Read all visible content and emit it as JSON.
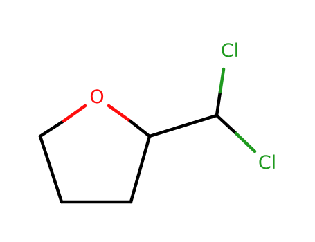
{
  "colors": {
    "carbon_bond": "#000000",
    "oxygen": "#ff0d0d",
    "chlorine": "#1f9a1f",
    "background": "#ffffff"
  },
  "atoms": {
    "oxygen": "O",
    "chlorine_1": "Cl",
    "chlorine_2": "Cl"
  }
}
